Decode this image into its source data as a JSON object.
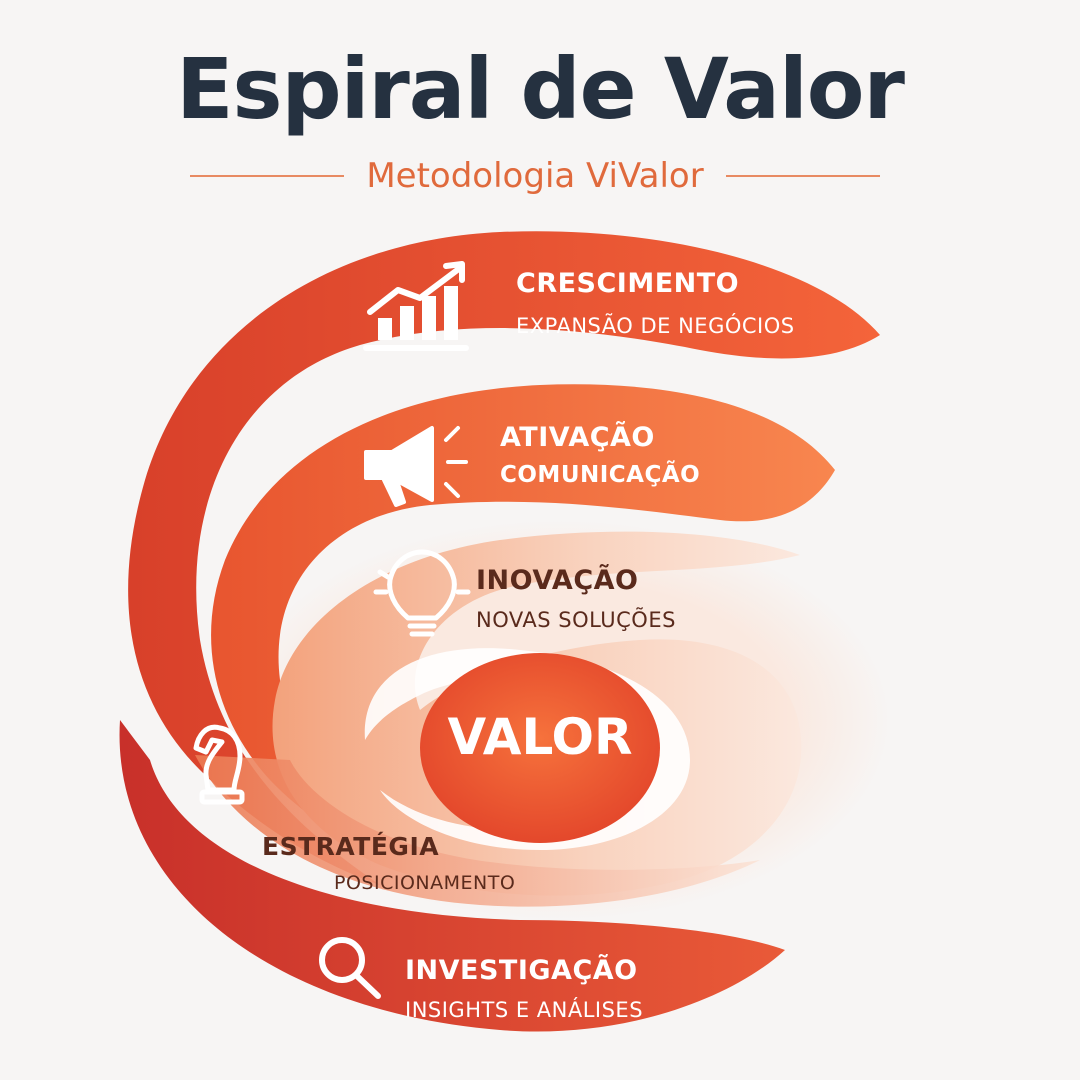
{
  "header": {
    "title": "Espiral de Valor",
    "subtitle": "Metodologia ViValor"
  },
  "center": {
    "label": "VALOR"
  },
  "stages": {
    "crescimento": {
      "title": "CRESCIMENTO",
      "subtitle": "EXPANSÃO DE NEGÓCIOS",
      "icon": "growth-chart-icon"
    },
    "ativacao": {
      "title": "ATIVAÇÃO",
      "subtitle": "COMUNICAÇÃO",
      "icon": "megaphone-icon"
    },
    "inovacao": {
      "title": "INOVAÇÃO",
      "subtitle": "NOVAS SOLUÇÕES",
      "icon": "lightbulb-icon"
    },
    "estrategia": {
      "title": "ESTRATÉGIA",
      "subtitle": "POSICIONAMENTO",
      "icon": "chess-knight-icon"
    },
    "investigacao": {
      "title": "INVESTIGAÇÃO",
      "subtitle": "INSIGHTS E ANÁLISES",
      "icon": "magnifier-icon"
    }
  },
  "colors": {
    "title": "#253140",
    "accent": "#e06a3c",
    "band_dark": "#d8432b",
    "band_mid": "#f06a38",
    "band_light": "#f7b899",
    "text_dark": "#5a2a1c"
  }
}
